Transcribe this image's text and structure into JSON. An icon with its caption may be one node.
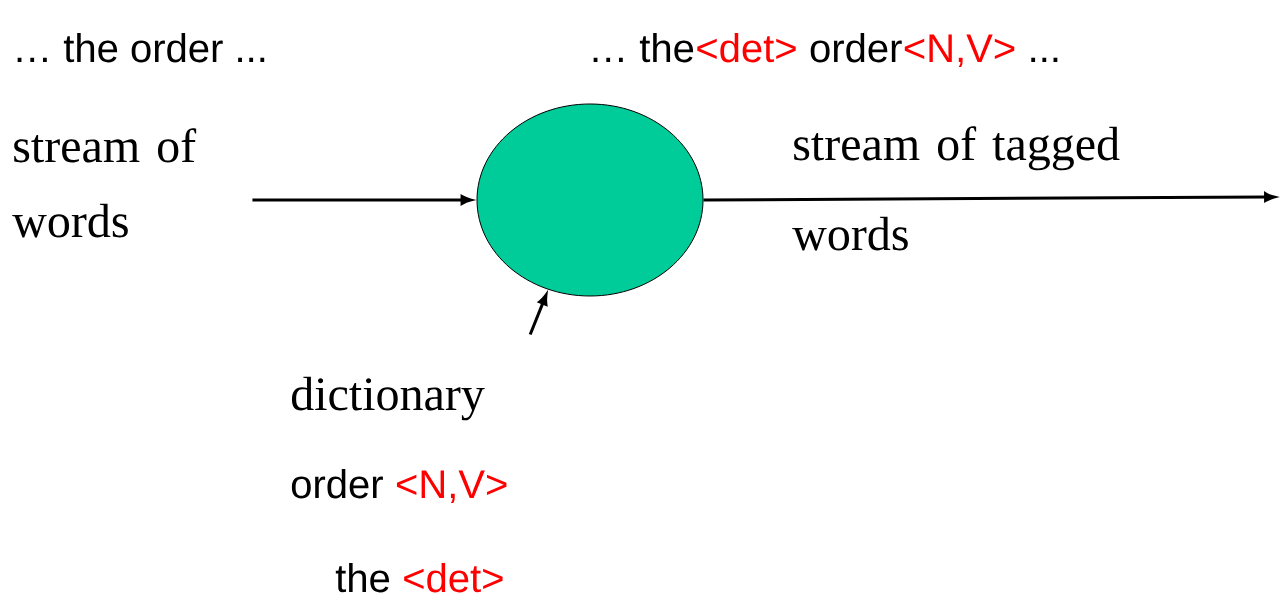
{
  "diagram": {
    "nodes": [
      {
        "text": [
          "stream of words"
        ]
      },
      {
        "text": [],
        "shape": "circle"
      },
      {
        "text": [
          "dictionary"
        ]
      }
    ],
    "edges": [
      {
        "from": 0,
        "to": 1,
        "arrow": "to"
      },
      {
        "from": 1,
        "to": null,
        "arrow": "to",
        "label": "stream of tagged words"
      },
      {
        "from": 2,
        "to": 1,
        "arrow": "to"
      }
    ],
    "labels": [
      "… the order ...",
      "… the",
      "<det>",
      "order",
      "<N,V>",
      "...",
      "order",
      "<N,V>",
      "the",
      "<det>"
    ]
  }
}
